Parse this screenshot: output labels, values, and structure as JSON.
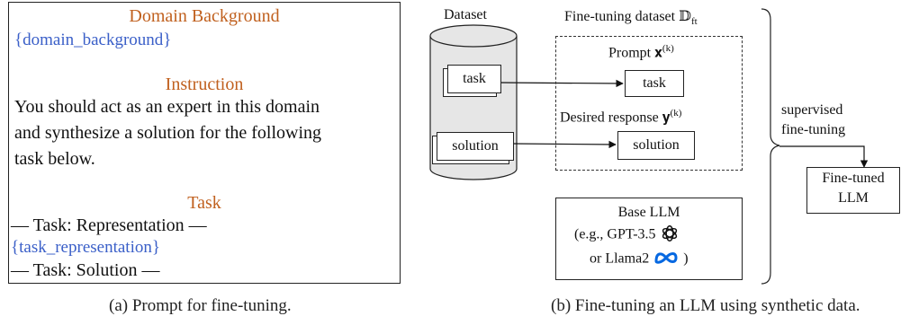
{
  "panel_a": {
    "domain_heading": "Domain Background",
    "domain_placeholder": "{domain_background}",
    "instruction_heading": "Instruction",
    "instruction_lines": [
      "You should act as an expert in this domain",
      "and synthesize a solution for the following",
      "task below."
    ],
    "task_heading": "Task",
    "task_rep_line": "— Task: Representation —",
    "task_rep_placeholder": "{task_representation}",
    "task_sol_line": "— Task: Solution —",
    "caption": "(a) Prompt for fine-tuning."
  },
  "panel_b": {
    "dataset_label": "Dataset",
    "dataset_task": "task",
    "dataset_solution": "solution",
    "ft_dataset_label": "Fine-tuning dataset 𝔻",
    "ft_dataset_sub": "ft",
    "prompt_label": "Prompt 𝐱",
    "prompt_sup": "(k)",
    "prompt_task": "task",
    "response_label": "Desired response 𝐲",
    "response_sup": "(k)",
    "response_solution": "solution",
    "base_llm_title": "Base LLM",
    "base_llm_line1": "(e.g., GPT-3.5",
    "base_llm_line2_pre": "or Llama2",
    "base_llm_line2_post": ")",
    "sft_line1": "supervised",
    "sft_line2": "fine-tuning",
    "finetuned_line1": "Fine-tuned",
    "finetuned_line2": "LLM",
    "caption": "(b) Fine-tuning an LLM using synthetic data."
  },
  "colors": {
    "heading": "#c0601e",
    "placeholder": "#3a5fc8",
    "meta_blue": "#0668e1"
  },
  "icons": [
    "openai-logo-icon",
    "meta-logo-icon"
  ]
}
